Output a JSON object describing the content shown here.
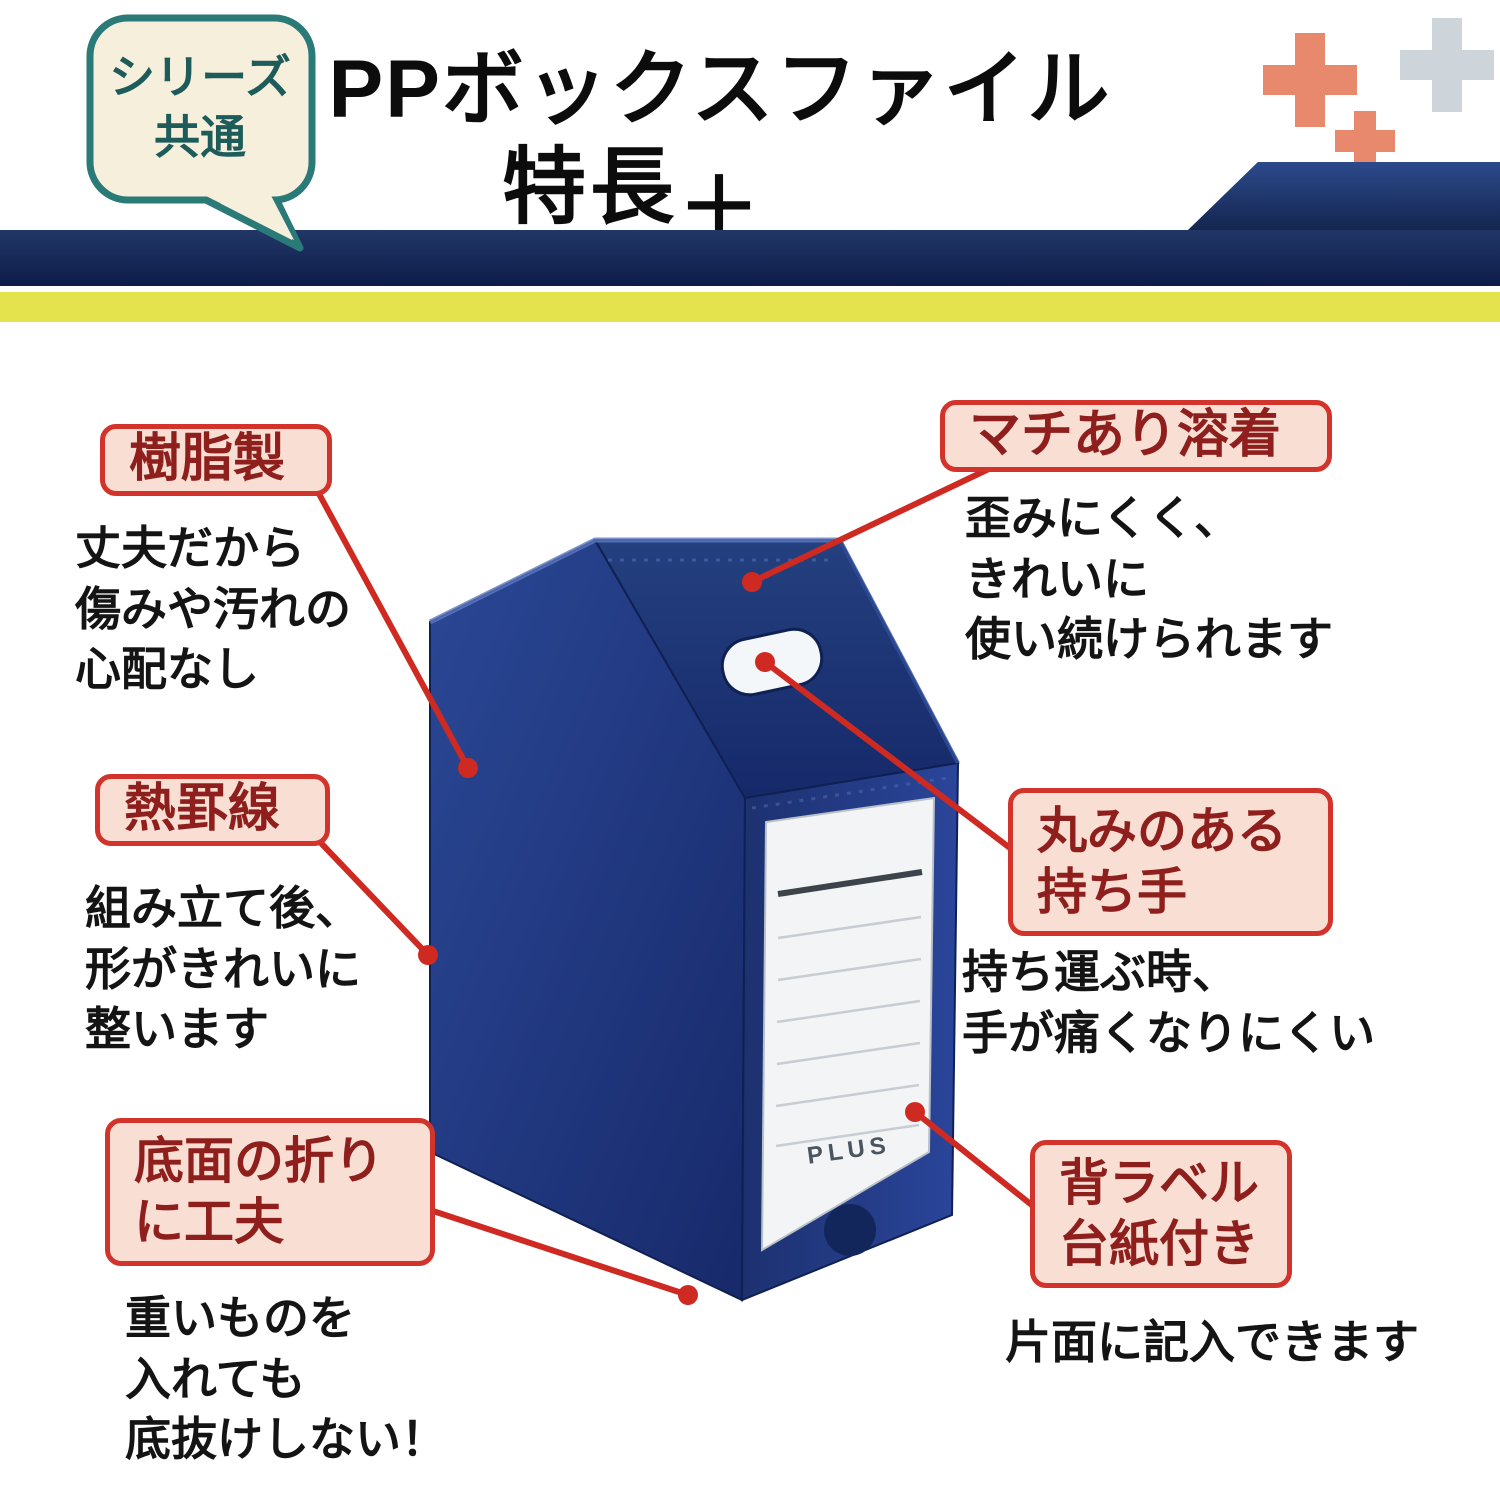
{
  "header": {
    "badge_line1": "シリーズ",
    "badge_line2": "共通",
    "title": "PPボックスファイル＋",
    "subtitle": "特長"
  },
  "product": {
    "brand": "PLUS"
  },
  "features": {
    "resin": {
      "label": "樹脂製",
      "desc": "丈夫だから\n傷みや汚れの\n心配なし"
    },
    "heat_rule": {
      "label": "熱罫線",
      "desc": "組み立て後、\n形がきれいに\n整います"
    },
    "bottom_fold": {
      "label": "底面の折り\nに工夫",
      "desc": "重いものを\n入れても\n底抜けしない！"
    },
    "gusset_weld": {
      "label": "マチあり溶着",
      "desc": "歪みにくく、\nきれいに\n使い続けられます"
    },
    "round_handle": {
      "label": "丸みのある\n持ち手",
      "desc": "持ち運ぶ時、\n手が痛くなりにくい"
    },
    "spine_label": {
      "label": "背ラベル\n台紙付き",
      "desc": "片面に記入できます"
    }
  },
  "colors": {
    "navy_band": "#16295c",
    "yellow_stripe": "#e4e34d",
    "callout_bg": "#f8ded3",
    "callout_border": "#d2342b",
    "callout_text": "#8e1f1c",
    "badge_border": "#2a7a78",
    "badge_text": "#1d5c5a",
    "box_navy": "#233f8c",
    "plus_orange": "#e8886c",
    "plus_gray": "#cdd5da",
    "connector_red": "#cf2a22"
  }
}
